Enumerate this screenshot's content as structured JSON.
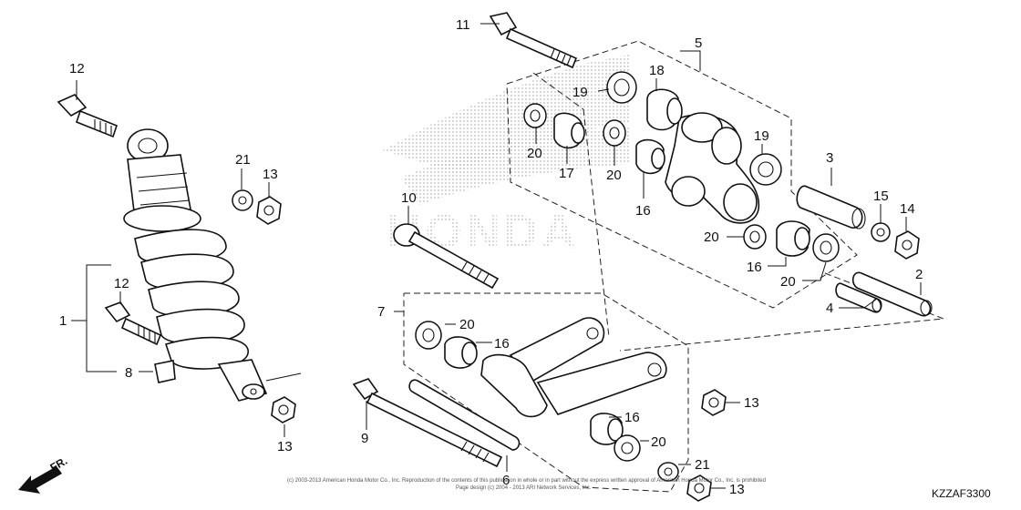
{
  "diagram": {
    "callouts": {
      "c1": "1",
      "c2": "2",
      "c3": "3",
      "c4": "4",
      "c5": "5",
      "c6": "6",
      "c7": "7",
      "c8": "8",
      "c9": "9",
      "c10": "10",
      "c11": "11",
      "c12a": "12",
      "c12b": "12",
      "c13a": "13",
      "c13b": "13",
      "c13c": "13",
      "c13d": "13",
      "c14": "14",
      "c15": "15",
      "c16a": "16",
      "c16b": "16",
      "c16c": "16",
      "c16d": "16",
      "c17": "17",
      "c18": "18",
      "c19a": "19",
      "c19b": "19",
      "c20a": "20",
      "c20b": "20",
      "c20c": "20",
      "c20d": "20",
      "c20e": "20",
      "c20f": "20",
      "c21a": "21",
      "c21b": "21"
    },
    "direction_label": "FR.",
    "brand_watermark": "HONDA",
    "copyright_line1": "(c) 2003-2013 American Honda Motor Co., Inc. Reproduction of the contents of this publication in whole or in part without the express written approval of American Honda Motor Co., Inc. is prohibited",
    "copyright_line2": "Page design (c) 2004 - 2013 ARI Network Services, Inc.",
    "reference_code": "KZZAF3300"
  },
  "colors": {
    "line": "#111111",
    "background": "#ffffff",
    "watermark_dots": "#9a9a9a"
  }
}
